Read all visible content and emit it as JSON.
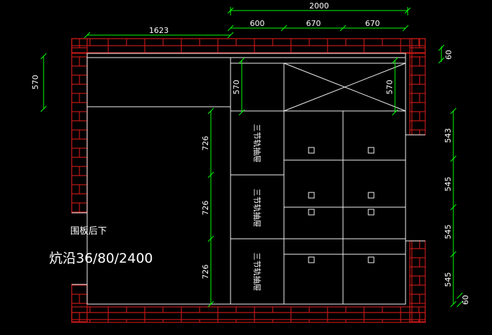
{
  "colors": {
    "background": "#000000",
    "brick": "#c01818",
    "lines": "#f2f2f2",
    "dimension": "#00ff00",
    "text": "#ffffff"
  },
  "dimensions": {
    "overall_width": "2000",
    "left_width": "1623",
    "seg_a": "600",
    "seg_b": "670",
    "seg_c": "670",
    "left_top_height": "570",
    "mid_top_height": "570",
    "right_top_height": "570",
    "mid_h1": "726",
    "mid_h2": "726",
    "mid_h3": "726",
    "right_top_gap": "60",
    "right_h1": "543",
    "right_h2": "545",
    "right_h3": "545",
    "right_h4": "545",
    "right_bottom_gap": "60"
  },
  "notes": {
    "wall_panel": "围板后下",
    "spec": "炕沿36/80/2400"
  },
  "cabinet_labels": {
    "drawer_1": "三节轨抽屉",
    "drawer_2": "三节轨抽屉",
    "drawer_3": "三节轨抽屉"
  }
}
